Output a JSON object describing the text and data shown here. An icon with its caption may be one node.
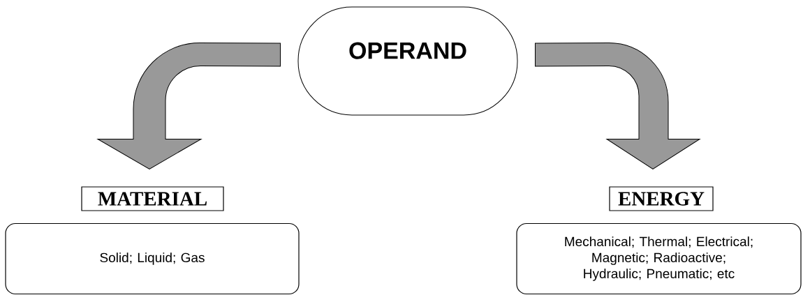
{
  "diagram": {
    "nodes": [
      {
        "text": [
          "OPERAND"
        ]
      },
      {
        "text": [
          "MATERIAL"
        ]
      },
      {
        "text": [
          "Solid; Liquid; Gas"
        ]
      },
      {
        "text": [
          "ENERGY"
        ]
      },
      {
        "text": [
          "Mechanical; Thermal; Electrical; Magnetic; Radioactive; Hydraulic; Pneumatic; etc"
        ]
      }
    ],
    "edges": [
      {
        "from": 0,
        "to": 1,
        "arrow": "to"
      },
      {
        "from": 0,
        "to": 3,
        "arrow": "to"
      }
    ]
  }
}
